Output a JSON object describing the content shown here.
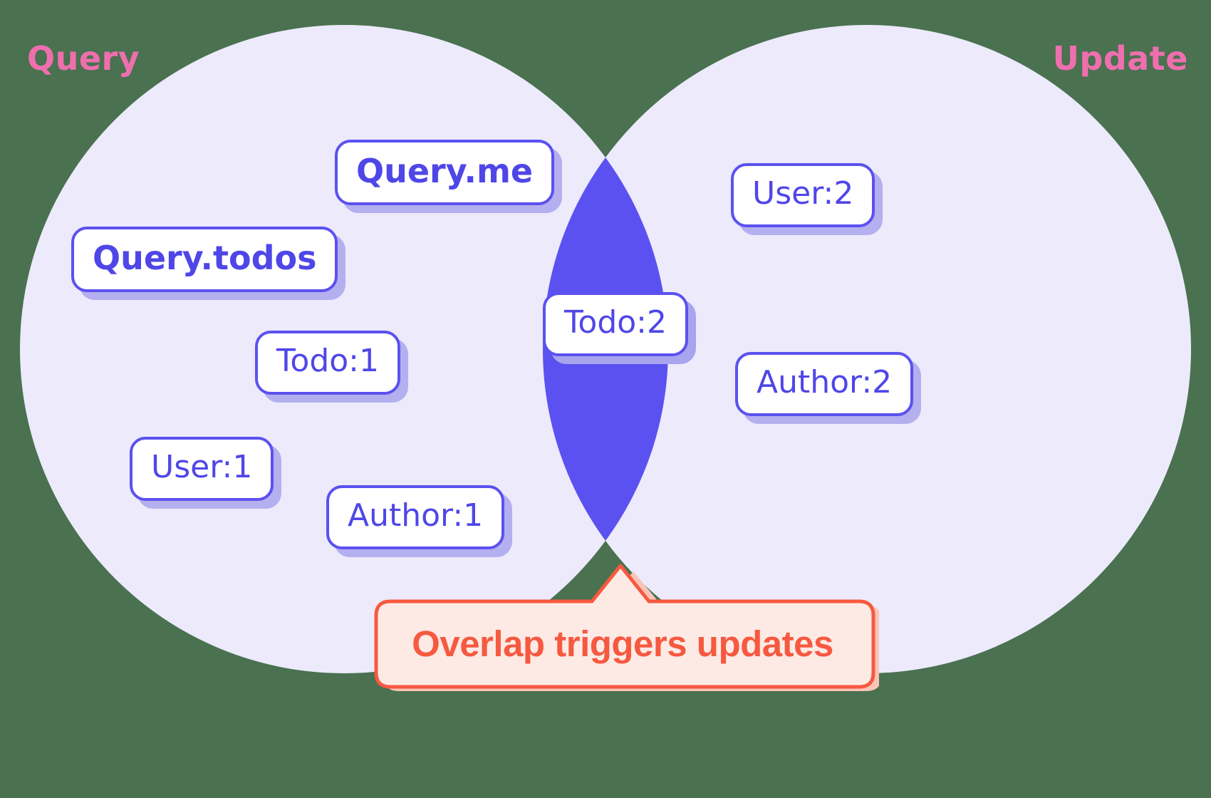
{
  "diagram": {
    "type": "venn",
    "background_color": "#4a7150",
    "circle_fill": "#eceafb",
    "overlap_fill": "#5b51f0",
    "pill_border_color": "#5b51f0",
    "pill_text_color": "#4f46e8",
    "pill_shadow_color": "#b4afee",
    "set_label_color": "#ef6fae",
    "sets": [
      {
        "name": "query",
        "label": "Query",
        "label_position": "top-left",
        "items": [
          "Query.me",
          "Query.todos",
          "Todo:1",
          "User:1",
          "Author:1"
        ]
      },
      {
        "name": "update",
        "label": "Update",
        "label_position": "top-right",
        "items": [
          "User:2",
          "Author:2"
        ]
      }
    ],
    "intersection": {
      "items": [
        "Todo:2"
      ]
    }
  },
  "pills": {
    "query_me": "Query.me",
    "query_todos": "Query.todos",
    "todo_1": "Todo:1",
    "user_1": "User:1",
    "author_1": "Author:1",
    "todo_2": "Todo:2",
    "user_2": "User:2",
    "author_2": "Author:2"
  },
  "labels": {
    "query": "Query",
    "update": "Update"
  },
  "callout": {
    "text": "Overlap triggers updates",
    "background_color": "#fdeae5",
    "border_color": "#f65940",
    "text_color": "#f65940",
    "shadow_color": "#f9c4b7",
    "pointer": "up"
  }
}
